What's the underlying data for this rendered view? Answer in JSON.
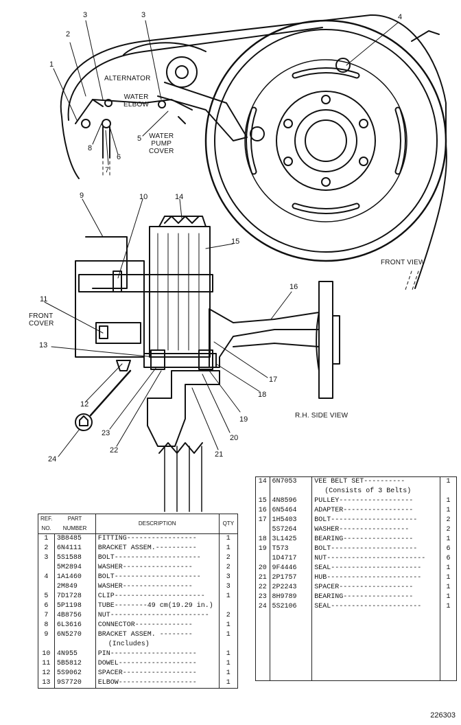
{
  "labels": {
    "alternator": "ALTERNATOR",
    "water_elbow": "WATER\nELBOW",
    "water_pump_cover": "WATER\nPUMP\nCOVER",
    "front_view": "FRONT VIEW",
    "front_cover": "FRONT\nCOVER",
    "rh_side_view": "R.H. SIDE VIEW",
    "drawing_number": "226303"
  },
  "callouts": [
    "1",
    "2",
    "3",
    "3",
    "4",
    "5",
    "6",
    "7",
    "8",
    "9",
    "10",
    "11",
    "12",
    "13",
    "14",
    "15",
    "16",
    "17",
    "18",
    "19",
    "20",
    "21",
    "22",
    "23",
    "24"
  ],
  "left_table": {
    "headers": {
      "ref": "REF.\nNO.",
      "part": "PART\nNUMBER",
      "desc": "DESCRIPTION",
      "qty": "QTY"
    },
    "rows": [
      {
        "ref": "1",
        "part": "3B8485",
        "desc": "FITTING-----------------",
        "qty": "1"
      },
      {
        "ref": "2",
        "part": "6N4111",
        "desc": "BRACKET ASSEM.----------",
        "qty": "1"
      },
      {
        "ref": "3",
        "part": "5S1588",
        "desc": "BOLT---------------------",
        "qty": "2"
      },
      {
        "ref": "",
        "part": "5M2894",
        "desc": "WASHER-----------------",
        "qty": "2"
      },
      {
        "ref": "4",
        "part": "1A1460",
        "desc": "BOLT---------------------",
        "qty": "3"
      },
      {
        "ref": "",
        "part": "2M849",
        "desc": "WASHER-----------------",
        "qty": "3"
      },
      {
        "ref": "5",
        "part": "7D1728",
        "desc": "CLIP----------------------",
        "qty": "1"
      },
      {
        "ref": "6",
        "part": "5P1198",
        "desc": "TUBE--------49 cm(19.29 in.)",
        "qty": ""
      },
      {
        "ref": "7",
        "part": "4B8756",
        "desc": "NUT------------------------",
        "qty": "2"
      },
      {
        "ref": "8",
        "part": "6L3616",
        "desc": "CONNECTOR--------------",
        "qty": "1"
      },
      {
        "ref": "9",
        "part": "6N5270",
        "desc": "BRACKET ASSEM. --------",
        "qty": "1"
      },
      {
        "ref": "",
        "part": "",
        "desc": "(Includes)",
        "qty": ""
      },
      {
        "ref": "10",
        "part": "4N955",
        "desc": "PIN---------------------",
        "qty": "1"
      },
      {
        "ref": "11",
        "part": "5B5812",
        "desc": "DOWEL-------------------",
        "qty": "1"
      },
      {
        "ref": "12",
        "part": "5S9062",
        "desc": "SPACER------------------",
        "qty": "1"
      },
      {
        "ref": "13",
        "part": "9S7720",
        "desc": "ELBOW-------------------",
        "qty": "1"
      }
    ]
  },
  "right_table": {
    "rows": [
      {
        "ref": "14",
        "part": "6N7053",
        "desc": "VEE BELT SET----------",
        "qty": "1"
      },
      {
        "ref": "",
        "part": "",
        "desc": "(Consists of 3 Belts)",
        "qty": ""
      },
      {
        "ref": "15",
        "part": "4N8596",
        "desc": "PULLEY------------------",
        "qty": "1"
      },
      {
        "ref": "16",
        "part": "6N5464",
        "desc": "ADAPTER-----------------",
        "qty": "1"
      },
      {
        "ref": "17",
        "part": "1H5403",
        "desc": "BOLT---------------------",
        "qty": "2"
      },
      {
        "ref": "",
        "part": "5S7264",
        "desc": "WASHER-----------------",
        "qty": "2"
      },
      {
        "ref": "18",
        "part": "3L1425",
        "desc": "BEARING-----------------",
        "qty": "1"
      },
      {
        "ref": "19",
        "part": "T573",
        "desc": "BOLT---------------------",
        "qty": "6"
      },
      {
        "ref": "",
        "part": "1D4717",
        "desc": "NUT------------------------",
        "qty": "6"
      },
      {
        "ref": "20",
        "part": "9F4446",
        "desc": "SEAL----------------------",
        "qty": "1"
      },
      {
        "ref": "21",
        "part": "2P1757",
        "desc": "HUB-----------------------",
        "qty": "1"
      },
      {
        "ref": "22",
        "part": "2P2243",
        "desc": "SPACER------------------",
        "qty": "1"
      },
      {
        "ref": "23",
        "part": "8H9789",
        "desc": "BEARING-----------------",
        "qty": "1"
      },
      {
        "ref": "24",
        "part": "5S2106",
        "desc": "SEAL----------------------",
        "qty": "1"
      }
    ]
  }
}
